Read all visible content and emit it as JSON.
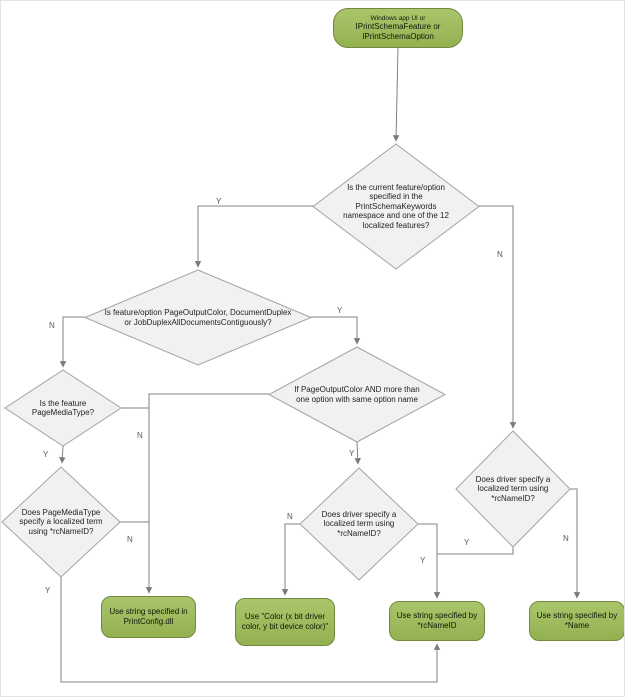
{
  "diagram": {
    "title_node": {
      "line1": "Windows app UI or",
      "line2": "IPrintSchemaFeature or\nIPrintSchemaOption"
    },
    "nodes": {
      "d1": {
        "label": "Is the current feature/option specified in the PrintSchemaKeywords namespace and one of the 12 localized features?"
      },
      "d2": {
        "label": "Is feature/option PageOutputColor, DocumentDuplex or JobDuplexAllDocumentsContiguously?"
      },
      "d3": {
        "label": "Is the feature PageMediaType?"
      },
      "d4": {
        "label": "If PageOutputColor AND more than one option with same option name"
      },
      "d5": {
        "label": "Does PageMediaType specify a localized term using *rcNameID?"
      },
      "d6": {
        "label": "Does driver specify a localized term using *rcNameID?"
      },
      "d7": {
        "label": "Does driver specify a localized term using *rcNameID?"
      },
      "p1": {
        "label": "Use string specified in PrintConfig.dll"
      },
      "p2": {
        "label": "Use \"Color (x bit driver color, y bit device color)\""
      },
      "p3": {
        "label": "Use string specified by *rcNameID"
      },
      "p4": {
        "label": "Use string specified by *Name"
      }
    },
    "edge_labels": {
      "d1_yes": "Y",
      "d1_no": "N",
      "d2_no": "N",
      "d2_yes": "Y",
      "d3_yes": "Y",
      "trunk_no": "N",
      "d5_no": "N",
      "d5_yes": "Y",
      "d4_yes": "Y",
      "d6_no": "N",
      "d6_yes": "Y",
      "d7_yes": "Y",
      "d7_no": "N"
    },
    "colors": {
      "terminal_fill": "#9bbb59",
      "terminal_border": "#71893f",
      "decision_fill": "#f1f1f1",
      "decision_border": "#a3a3a3",
      "connector": "#808080",
      "label_text": "#595959"
    }
  }
}
